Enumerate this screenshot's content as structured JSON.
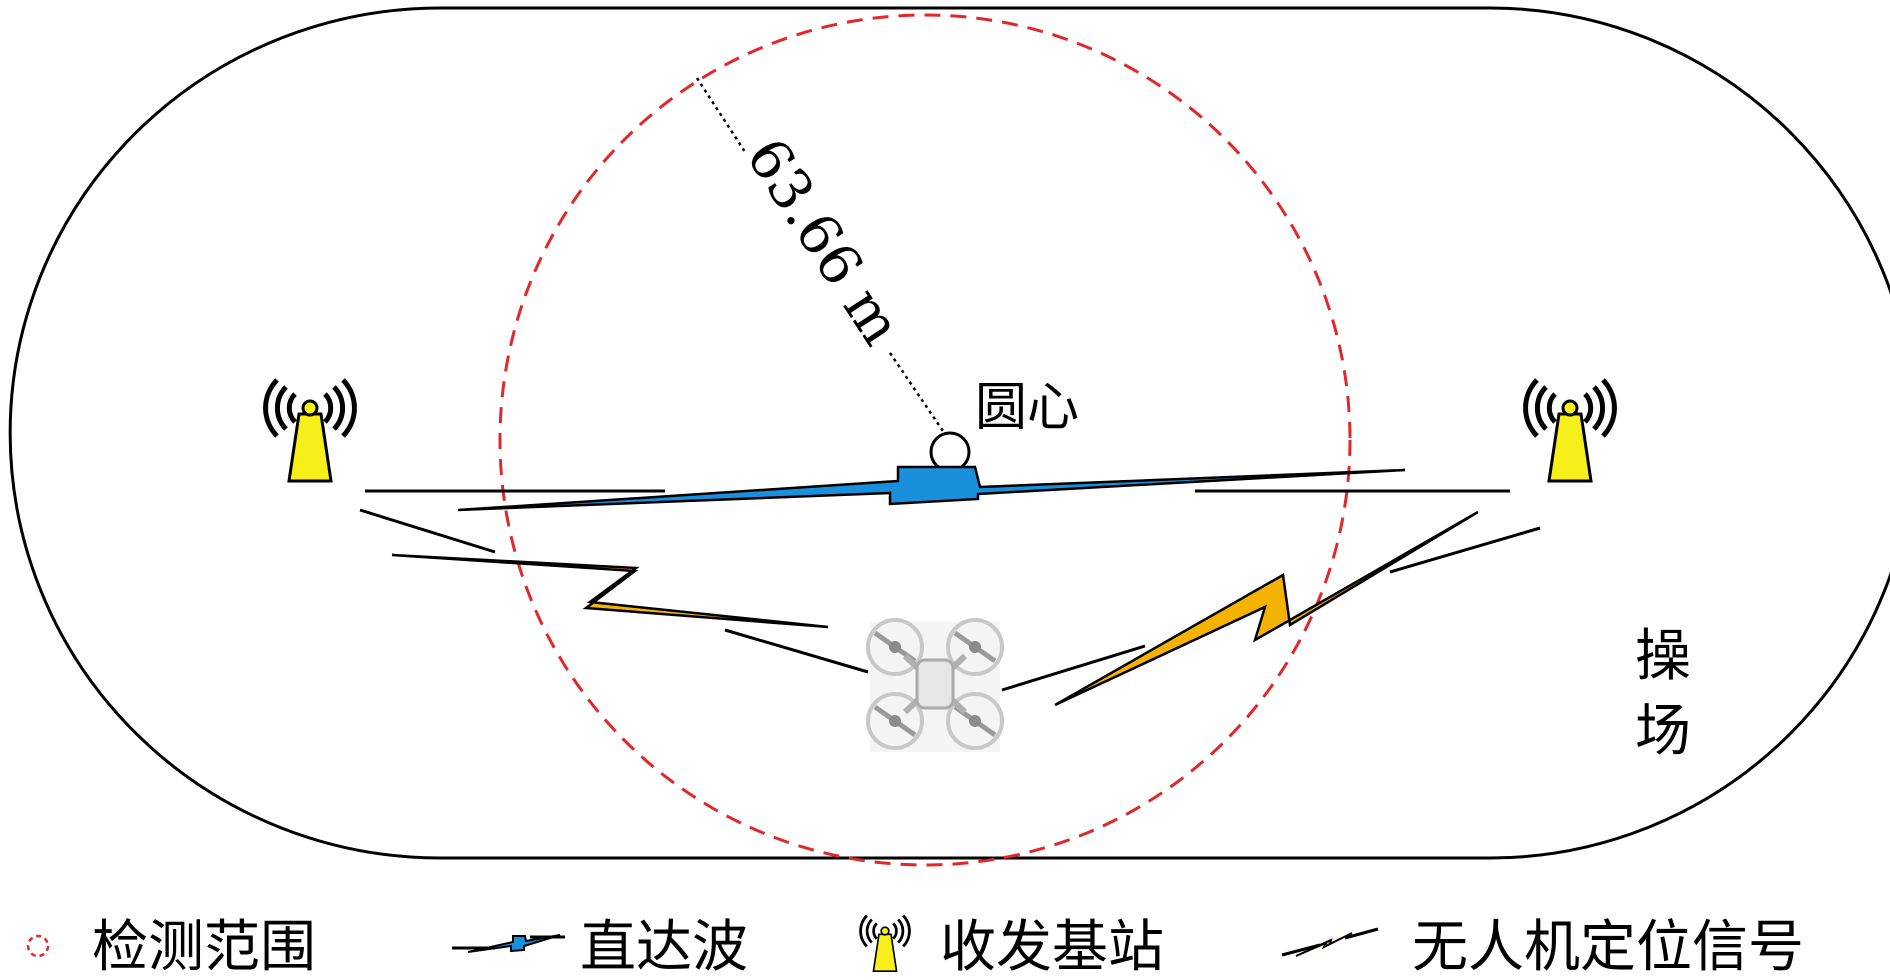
{
  "diagram": {
    "radius_label": "63.66 m",
    "center_label": "圆心",
    "field_label_line1": "操",
    "field_label_line2": "场"
  },
  "legend": {
    "detection_range": "检测范围",
    "direct_wave": "直达波",
    "base_station": "收发基站",
    "uav_signal": "无人机定位信号"
  },
  "colors": {
    "detection_circle": "#e0282b",
    "direct_wave": "#1a8fdc",
    "uav_signal": "#f5b301",
    "antenna": "#f7ef1a"
  },
  "icons": {
    "antenna": "antenna-icon",
    "drone": "drone-icon"
  }
}
